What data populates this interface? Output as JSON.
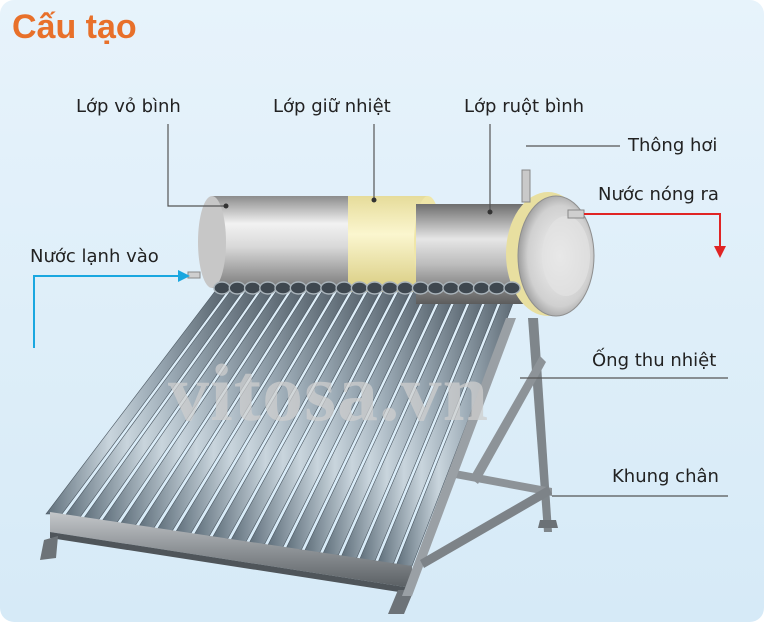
{
  "title": "Cấu tạo",
  "labels": {
    "outer_shell": "Lớp vỏ bình",
    "insulation": "Lớp giữ nhiệt",
    "inner_tank": "Lớp ruột bình",
    "vent": "Thông hơi",
    "hot_water_out": "Nước nóng ra",
    "cold_water_in": "Nước lạnh vào",
    "collector_tube": "Ống thu nhiệt",
    "frame": "Khung chân"
  },
  "watermark": "vitosa.vn",
  "colors": {
    "title": "#e8702a",
    "cold_arrow": "#1aa7e0",
    "hot_arrow": "#e02424",
    "background": "#e3f1fa"
  },
  "tube_count": 20
}
